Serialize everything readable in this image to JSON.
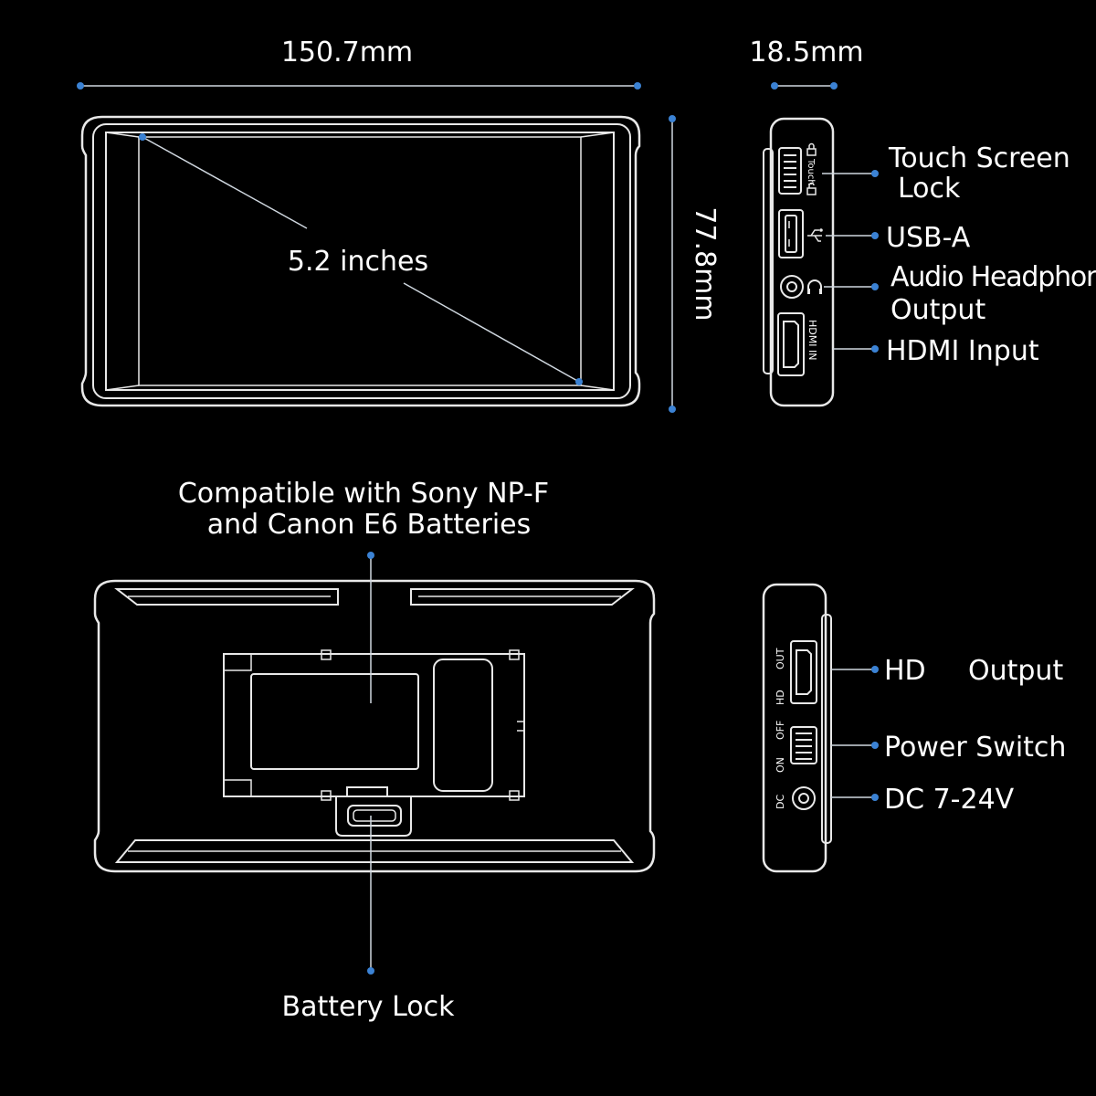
{
  "dimensions": {
    "width": "150.7mm",
    "depth": "18.5mm",
    "height": "77.8mm",
    "screen_size": "5.2 inches"
  },
  "side_ports": {
    "touch_lock_label_line1": "Touch Screen",
    "touch_lock_label_line2": "Lock",
    "usb_label": "USB-A",
    "audio_label_line1": "Audio Headphone",
    "audio_label_line2": "Output",
    "hdmi_in_label": "HDMI Input",
    "engraved_touch": "Touch",
    "engraved_hdmi_in": "HDMI IN"
  },
  "back": {
    "battery_label_line1": "Compatible with Sony NP-F",
    "battery_label_line2": "and Canon E6 Batteries",
    "battery_lock_label": "Battery Lock"
  },
  "other_side_ports": {
    "hd_output_label_a": "HD",
    "hd_output_label_b": "Output",
    "power_switch_label": "Power Switch",
    "dc_label": "DC 7-24V",
    "engraved_out": "OUT",
    "engraved_hd": "HD",
    "engraved_off": "OFF",
    "engraved_on": "ON",
    "engraved_dc": "DC"
  },
  "colors": {
    "background": "#000000",
    "line": "#e8e8e8",
    "accent_dot": "#3b82d4"
  }
}
